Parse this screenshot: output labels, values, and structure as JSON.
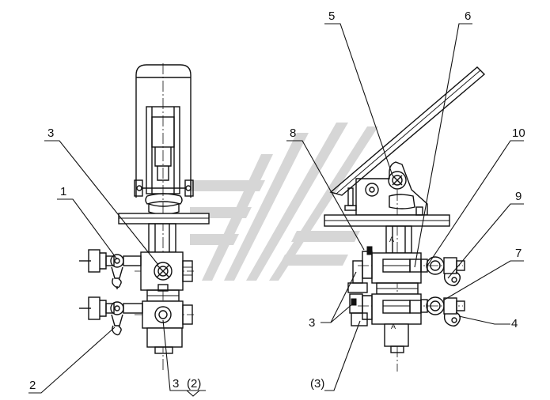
{
  "drawing": {
    "callouts": [
      {
        "id": "c1",
        "text": "1"
      },
      {
        "id": "c2",
        "text": "2"
      },
      {
        "id": "c3a",
        "text": "3"
      },
      {
        "id": "c3b",
        "text": "3"
      },
      {
        "id": "c3b2",
        "text": "(2)"
      },
      {
        "id": "c3c",
        "text": "3"
      },
      {
        "id": "c3d",
        "text": "(3)"
      },
      {
        "id": "c4",
        "text": "4"
      },
      {
        "id": "c5",
        "text": "5"
      },
      {
        "id": "c6",
        "text": "6"
      },
      {
        "id": "c7",
        "text": "7"
      },
      {
        "id": "c8",
        "text": "8"
      },
      {
        "id": "c9",
        "text": "9"
      },
      {
        "id": "c10",
        "text": "10"
      }
    ],
    "port_marks": [
      "A",
      "A"
    ]
  },
  "colors": {
    "line": "#111111",
    "watermark": "#d6d6d6",
    "background": "#ffffff"
  }
}
